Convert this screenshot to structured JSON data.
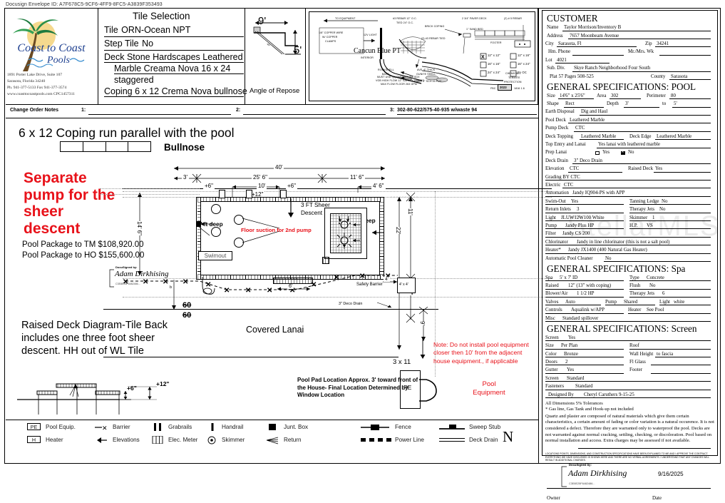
{
  "docusign": {
    "envelope_id": "Docusign Envelope ID: A7F678C5-9CF6-4FF9-8FC5-A3839F353493"
  },
  "company": {
    "name_line1": "Coast to Coast",
    "name_line2": "Pools",
    "address1": "1891 Porter Lake Drive, Suite 107",
    "address2": "Sarasota, Florida 34240",
    "phone": "Ph. 941-377-5133  Fax 941-377-3574",
    "web": "www.coasttocoastpools.com  CPC1457311"
  },
  "tile_selection": {
    "title": "Tile Selection",
    "tile_label": "Tile",
    "tile_value": "ORN-Ocean NPT",
    "step_tile_label": "Step Tile",
    "step_tile_value": "No",
    "deck_stone_line1": "Deck Stone Hardscapes Leathered",
    "deck_stone_line2": "Marble Creama Nova 16 x 24",
    "deck_stone_line3": "staggered",
    "coping_line": "Coping 6 x 12 Crema Nova bullnose"
  },
  "repose": {
    "width_dim": "9'",
    "depth_dim": "5'",
    "label": "Angle of Repose"
  },
  "section_detail": {
    "to_equipment": "TO EQUIPMENT",
    "copper_wire": "1/8\" COPPER WIRE",
    "copper_clamps_l1": "W/ COPPER",
    "copper_clamps_l2": "CLAMPS",
    "light_12v": "12V LIGHT",
    "interior_brand": "Cancun Blue PT",
    "interior_sub": "INTERIOR",
    "must_use_l1": "MUST USE: (2) PARAMOUNT SDX",
    "must_use_l2": "VGB HIGH FLOW 12\" SAFETY DRAINS",
    "must_use_l3": "MAX FLOW FLOOR 263 GPM",
    "rockshell_l1": "ROCKSHELL",
    "rockshell_l2": "BASE",
    "gunite_l1": "AVE. 6\" THICK",
    "gunite_l2": "GUNITE SHELL",
    "min_pvc": "MIN. 2\" SCH 40 PVC",
    "rebar_3_l1": "#3 REBAR 12\" O.C.",
    "rebar_3_l2": "TIED 24\" O.C.",
    "rebar_tied": "(3) #3 REBAR TIED",
    "brick_coping": "BRICK COPING",
    "paver_deck": "2 3/4\" PAVER DECK",
    "sand_bed": "1\" SAND BED",
    "rebar_5": "(2) # 5 REBAR",
    "footer_title": "FOOTER",
    "footer_opts": [
      "12\" x 12\"",
      "16\" x 16\"",
      "24\" x 24\"",
      "12\" x 16\"",
      "16\" x 24\"",
      "By OC"
    ],
    "footer_checked": "12\" x 12\"",
    "termite_l1": "CHEMICAL",
    "termite_l2": "TERMITE",
    "termite_l3": "PROTECTION",
    "termite_l4": "FBC",
    "termite_year": "2023",
    "termite_code": "1816 1.6"
  },
  "change_order": {
    "label": "Change Order Notes",
    "n1": "1:",
    "v1": "",
    "n2": "2:",
    "v2": "",
    "n3": "3:",
    "v3": "302-80-622/575-40-935 w/waste 94"
  },
  "plan": {
    "title": "6 x 12 Coping run parallel with the pool",
    "bullnose": "Bullnose",
    "red_note": "Separate pump for the sheer descent",
    "package_tm": "Pool Package to TM $108,920.00",
    "package_ho": "Pool Package to HO $155,600.00",
    "signature_caption": "DocuSigned by:",
    "signature_name": "Adam Dirkhising",
    "signature_id": "C3E8E25F6482486...",
    "raised_deck_note": "Raised Deck Diagram-Tile Back includes one three foot sheer descent.  HH out of WL Tile",
    "raised_plus6": "+6\"",
    "raised_plus12": "+12\"",
    "dim_overall": "40'",
    "dim_3ft": "3'",
    "dim_25_6": "25' 6\"",
    "dim_11_6": "11' 6\"",
    "dim_4_6": "4' 6\"",
    "dim_10": "10'",
    "dim_plus6_a": "+6\"",
    "dim_plus6_b": "+6\"",
    "dim_plus12": "+12\"",
    "dim_14_6": "14' 6\"",
    "dim_22": "22'",
    "dim_11": "11'",
    "dim_3_6": "3' 6\"",
    "dim_9": "9'",
    "dim_4x4": "4' x 4'",
    "dim_6ft": "6'",
    "dim_4": "4'",
    "sheer_label": "3 FT Sheer Descent",
    "floor_suction": "Floor suction for 2nd pump",
    "deep_5": "5' ft deep",
    "deep_3": "3' ft deep",
    "swimout": "Swimout",
    "covered_lanai": "Covered Lanai",
    "safety_barrier": "Safety Barrier",
    "deco_drain": "3\" Deco Drain",
    "size_3x11": "3 x 11",
    "pe_tag": "PE",
    "pad_note": "Pool Pad Location Approx. 3' toward front of the House- Final Location Determined by Window Location",
    "equip_note": "Note: Do not install pool equipment closer then 10' from the adjacent house equipment., if applicable",
    "pool_equipment_label": "Pool Equipment"
  },
  "legend": {
    "items": [
      {
        "sym": "PE",
        "label": "Pool Equip."
      },
      {
        "sym": "H",
        "label": "Heater"
      },
      {
        "sym": "barrier-icon",
        "label": "Barrier"
      },
      {
        "sym": "elevations-icon",
        "label": "Elevations"
      },
      {
        "sym": "grabrails-icon",
        "label": "Grabrails"
      },
      {
        "sym": "elecmeter-icon",
        "label": "Elec. Meter"
      },
      {
        "sym": "handrail-icon",
        "label": "Handrail"
      },
      {
        "sym": "skimmer-icon",
        "label": "Skimmer"
      },
      {
        "sym": "junctionbox-icon",
        "label": "Junt. Box"
      },
      {
        "sym": "return-icon",
        "label": "Return"
      },
      {
        "sym": "fence-icon",
        "label": "Fence"
      },
      {
        "sym": "powerline-icon",
        "label": "Power Line"
      },
      {
        "sym": "sweepstub-icon",
        "label": "Sweep Stub"
      },
      {
        "sym": "deckdrain-icon",
        "label": "Deck Drain"
      }
    ],
    "north": "N"
  },
  "customer": {
    "heading": "CUSTOMER",
    "name_label": "Name",
    "name": "Taylor Morrison/Inventory B",
    "address_label": "Address",
    "address": "7657 Moonbeam Avenue",
    "city_label": "City",
    "city": "Sarasota, Fl",
    "zip_label": "Zip",
    "zip": "34241",
    "hm_phone_label": "Hm. Phone",
    "hm_phone": "",
    "wk_phone_label": "Mr./Mrs. Wk",
    "wk_phone": "",
    "lot_label": "Lot",
    "lot": "4021",
    "subdiv_label": "Sub. Div.",
    "subdiv": "Skye Ranch Neighborhood Four South",
    "plat_label": "Plat 57 Pages 508-525",
    "county_label": "County",
    "county": "Sarasota"
  },
  "pool_spec": {
    "heading": "GENERAL SPECIFICATIONS: POOL",
    "size_label": "Size",
    "size": "14'6\" x 25'6\"",
    "area_label": "Area",
    "area": "302",
    "perimeter_label": "Perimeter",
    "perimeter": "80",
    "shape_label": "Shape",
    "shape": "Rect",
    "depth_label": "Depth",
    "depth_from": "3'",
    "depth_to_label": "to",
    "depth_to": "5'",
    "earth_label": "Earth Disposal",
    "earth": "Dig and Haul",
    "deck_label": "Pool Deck",
    "deck": "Leathered Marble",
    "pump_deck_label": "Pump Deck",
    "pump_deck": "CTC",
    "deck_topping_label": "Deck Topping",
    "deck_topping": "Leathered Marble",
    "deck_edge_label": "Deck Edge",
    "deck_edge": "Leathered Marble",
    "top_entry_label": "Top Entry and Lanai",
    "top_entry": "Yes lanai with leathered marble",
    "prep_lanai_label": "Prep Lanai",
    "prep_yes": "Yes",
    "prep_no": "No",
    "prep_checked": "No",
    "deck_drain_label": "Deck Drain",
    "deck_drain": "3\" Deco Drain",
    "elevation_label": "Elevation",
    "elevation": "CTC",
    "raised_deck_label": "Raised Deck",
    "raised_deck": "Yes",
    "grading_label": "Grading BY CTC",
    "electric_label": "Electric",
    "electric": "CTC",
    "automation_label": "Automation",
    "automation": "Jandy IQ904-PS with APP",
    "swimout_label": "Swim-Out",
    "swimout": "Yes",
    "tanning_label": "Tanning Ledge",
    "tanning": "No",
    "return_label": "Return Inlets",
    "return": "3",
    "therapy_label": "Therapy Jets",
    "therapy": "No",
    "light_label": "Light",
    "light": "JLUW12W100 White",
    "skimmer_label": "Skimmer",
    "skimmer": "1",
    "pump_label": "Pump",
    "pump": "Jandy Plus HP",
    "hp_label": "H.P.",
    "hp": "VS",
    "filter_label": "Filter",
    "filter": "Jandy CS 200",
    "chlorinator_label": "Chlorinator",
    "chlorinator": "Jandy in line chlorinator (this is not a salt pool)",
    "heater_label": "Heater*",
    "heater": "Jandy JX1400 (400 Natural Gas Heater)",
    "cleaner_label": "Automatic Pool Cleaner",
    "cleaner": "No"
  },
  "spa_spec": {
    "heading": "GENERAL SPECIFICATIONS: Spa",
    "spa_label": "Spa",
    "spa": "5' x 7' ID",
    "type_label": "Type",
    "type": "Concrete",
    "raised_label": "Raised",
    "raised": "12\" (13\" with coping)",
    "flush_label": "Flush",
    "flush": "No",
    "blower_label": "Blower/Air",
    "blower": "1 1/2 HP",
    "jets_label": "Therapy Jets",
    "jets": "6",
    "valves_label": "Valves",
    "valves": "Auto",
    "pump_label": "Pump",
    "pump": "Shared",
    "light_label": "Light",
    "light": "white",
    "controls_label": "Controls",
    "controls": "Aqualink w/APP",
    "heater_label": "Heater",
    "heater": "See Pool",
    "misc_label": "Misc",
    "misc": "Standard spillover"
  },
  "screen_spec": {
    "heading": "GENERAL SPECIFICATIONS: Screen",
    "screen_label": "Screen",
    "screen": "Yes",
    "size_label": "Size",
    "size": "Per Plan",
    "roof_label": "Roof",
    "roof": "",
    "color_label": "Color",
    "color": "Bronze",
    "wall_label": "Wall Height",
    "wall": "to fascia",
    "doors_label": "Doors",
    "doors": "2",
    "flglass_label": "Fl Glass",
    "flglass": "",
    "gutter_label": "Gutter",
    "gutter": "Yes",
    "footer_label": "Footer",
    "footer": "",
    "screen2_label": "Screen",
    "screen2": "Standard",
    "fasteners_label": "Fasteners",
    "fasteners": "Standard",
    "designed_label": "Designed By",
    "designed": "Cheryl Caruthers 9-15-25"
  },
  "notes": {
    "tolerance": "All Dimensions 5% Tolerances",
    "gas": "* Gas line, Gas Tank and Hook-up not included",
    "disclaimer": "Quartz and plaster are composed of natural materials which give them certain characteristics, a certain amount of fading or color variation is a natural occurence. It is not considered a defect. Therefore they are warranted only to waterproof the pool. Decks are not warranted against normal cracking, settling, checking, or discoloration.  Pool based on normal installation and access.  Extra charges may be assessed if not available.",
    "legal_micro": "LOCATIONS POINTS, DIMENSIONS, AND CONSTRUCTION SPECIFICATIONS HAVE BEEN EXPLAINED TO ME AND I APPROVE THE CONTRACT. EVERYTHING WE HAVE DISCUSSED IS SHOWN HERE AND THERE ARE NO VERBAL AGREEMENTS. I UNDERSTAND THAT ANY CHANGES WILL RESULT IN ADDITIONAL CHARGES.",
    "sig_caption": "DocuSigned by:",
    "sig_name": "Adam Dirkhising",
    "sig_id": "C3E8E25F6482486...",
    "sig_date": "9/16/2025",
    "owner_label": "Owner",
    "date_label": "Date"
  },
  "watermark": {
    "text": "StellarMLS"
  }
}
